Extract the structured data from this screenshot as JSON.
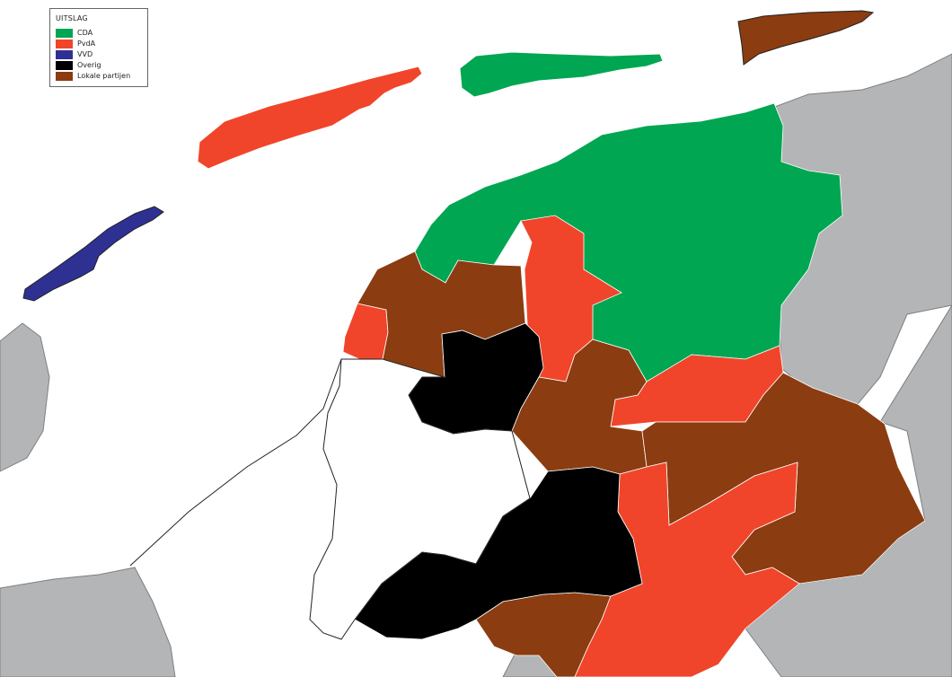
{
  "legend": {
    "title": "UITSLAG",
    "items": [
      {
        "key": "cda",
        "label": "CDA",
        "color": "#00a651"
      },
      {
        "key": "pvda",
        "label": "PvdA",
        "color": "#f0452a"
      },
      {
        "key": "vvd",
        "label": "VVD",
        "color": "#2e3192"
      },
      {
        "key": "overig",
        "label": "Overig",
        "color": "#000000"
      },
      {
        "key": "lokaal",
        "label": "Lokale partijen",
        "color": "#8b3c10"
      }
    ]
  },
  "colors": {
    "land_outside": "#b3b5b7",
    "water": "#ffffff",
    "border": "#ffffff",
    "coastline": "#222222"
  },
  "regions": [
    {
      "id": "ameland",
      "party": "cda"
    },
    {
      "id": "terschelling",
      "party": "pvda"
    },
    {
      "id": "vlieland",
      "party": "vvd"
    },
    {
      "id": "schiermonnikoog",
      "party": "lokaal"
    },
    {
      "id": "mainland-north",
      "party": "cda"
    }
  ]
}
